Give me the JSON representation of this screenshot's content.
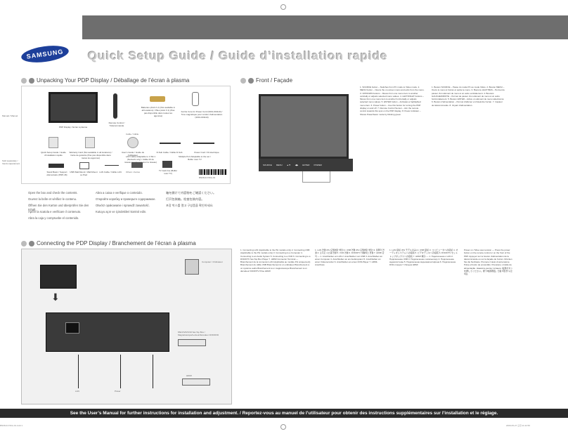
{
  "header": {
    "brand": "SAMSUNG",
    "title": "Quick Setup Guide / Guide d’installation rapide"
  },
  "sections": {
    "unpacking": "Unpacking Your PDP Display / Déballage de l’écran à plasma",
    "front": "Front / Façade",
    "connecting": "Connecting the PDP Display / Branchement de l’écran à plasma"
  },
  "unpacking": {
    "items": [
      "PDP Display / Ecran à plasma",
      "Remote Control / Télécommande",
      "Batteries (AAA X 2) (Not available in all locations) / Piles (AAA X 2) (Pas pas disponible dans toutes les agences)",
      "Ferrite Core for Power Cord (3301-001110) / Tore magnétique pour cordon d’alimentation (3301-001110)",
      "Quick Setup Guide / Guide d’installation rapide",
      "Warranty Card (Not available in all locations) / Carte de garantie (Pas pas disponible dans toutes les agences)",
      "User’s Guide / Guide de l’utilisateur",
      "D-Sub Cable / Câble D-Sub",
      "Power Cord / Fil électrique",
      "Stand Basic / Support élémentaire (PDP-46)",
      "USB Wall-Mount / Wall Mount ou Pied",
      "LAN Cable / Câble LAN",
      "LAN Cable Adaptable to 1 Wk 1 (Network only) / Câble Fil du réseau (seulement pour le réseau)",
      "TV Jack line (Buffer rotor TV)",
      "Multiple Port Adaptable to the set / Buffer rotor TV"
    ],
    "manual_label": "Manual / Manuel",
    "cable_label": "Cable / Câble",
    "sold_separately": "Sold separately / Vendu séparément",
    "others_label": "Others / Autres",
    "barcode": "BN68-01726A-01",
    "languages": [
      "Open the box and check the contents.",
      "Ouvrez la boîte et vérifiez le contenu.",
      "Öffnen Sie den Karton und überprüfen Sie den Inhalt.",
      "Aprire la scatola e verificare il contenuto.",
      "Abra la caja y compruebe el contenido.",
      "Abra a caixa e verifique o conteúdo.",
      "Откройте коробку и проверьте содержимое.",
      "Otwórz opakowanie i sprawdź zawartość.",
      "Kutuyu açın ve içindekileri kontrol edin.",
      "箱を開けて内容物をご確認ください。",
      "打开包装箱，检查包装内容。",
      "포장 박스를 열고 구성품을 확인하세요."
    ]
  },
  "front": {
    "buttons": [
      "SOURCE",
      "MENU",
      "▲▼",
      "◀▶",
      "ENTER",
      "POWER"
    ],
    "steps_en_fr": "1. SOURCE button – Switches from PC mode to Video mode. 2. MENU button – Opens the on-screen menu and exits from the menu. 3. UP/DOWN buttons – Moves from one menu item to another vertically or adjusts selected menu values. 4. LEFT/RIGHT buttons – Moves from one menu item to another horizontally or adjusts selected menu values. 5. ENTER button – Activates a highlighted menu item. 6. Power button – Use this button for turning the PDP display on and off. 7. Remote Control Sensor – Aim the remote control towards this spot on the PDP display. 8. Power indicator – Shows PowerSaver mode by blinking green.",
    "steps_other": "1. Bouton SOURCE – Passe du mode PC au mode Vidéo. 2. Bouton MENU – Ouvre le menu à l’écran et quitte le menu. 3. Boutons HAUT/BAS – Permet de passer d’un élément de menu à un autre verticalement. 4. Boutons GAUCHE/DROITE – Permet de passer d’un élément de menu à un autre horizontalement. 5. Bouton ENTER – Active un élément de menu sélectionné. 6. Bouton d’alimentation – Permet d’allumer et d’éteindre l’écran. 7. Capteur de télécommande. 8. Voyant d’alimentation."
  },
  "connecting": {
    "labels": [
      "Computer / Ordinateur",
      "MW-DVD/VCR Set-Top Box / Magnétoscope/Lecteur/décodeur DVD/DVD",
      "LAN",
      "Power",
      "HDMI"
    ],
    "col1": "1. Connecting LAN (Applicable to the PH models only) 2. Connecting USB (Applicable to the PH models only) 3. Connecting to a Computer 4. Connecting to an Audio System 5. Connecting to a VCR 6. Connecting to a DVD/DTV Set-Top Box Player 7. HDMI Connector Terminal — Branchement de la connexion LAN (Applicable au modèle PH uniquement) Branchement du câble USB Branchement à un ordinateur Branchement à un système audio Branchement à un magnétoscope Branchement à un décodeur DVD/DTV Prise HDMI",
    "col2": "1. LAN 연결 (PH 모델에만 해당) 2. USB 연결 (PH 모델에만 해당) 3. 컴퓨터 연결 4. 오디오 시스템 연결 5. VCR 연결 6. DVD/DTV 셋톱박스 연결 7. HDMI 단자 — 1. Anschließen an LAN 2. Anschließen von USB 3. Anschließen an einen Computer 4. Anschließen an ein Audiosystem 5. Anschließen an einen Videorecorder 6. Anschließen an einen DVD-Player 7. HDMI-Anschluss",
    "col3": "1. LAN 接続 (PH モデルのみ) 2. USB 接続 3. コンピュータへの接続 4. オーディオシステムへの接続 5. ビデオデッキへの接続 6. DVD/DTV セットトップボックスへの接続 7. HDMI 端子 — 1. Подключение к LAN 2. Подключение USB 3. Подключение к компьютеру 4. Подключение аудиосистемы 5. Подключение видеомагнитофона 6. Подключение DVD-плеера 7. Разъем HDMI",
    "col4": "Power on / Mise sous tension — Press the power button on the remote control or on the front of the PDP. Appuyez sur le bouton d’alimentation de la télécommande ou sur la façade de l’écran. Drücken Sie die Netztaste. Premere il tasto di accensione. Pulse el botón de encendido. Pressione o botão de alimentação. Нажмите кнопку питания. 電源ボタンを押してください。按下电源按钮。전원 버튼을 누르세요."
  },
  "footer": {
    "text": "See the User’s Manual for further instructions for installation and adjustment. / Reportez-vous au manuel de l’utilisateur pour obtenir des instructions supplémentaires sur l’installation et le réglage."
  },
  "print_marks": {
    "left": "BN68-01726A-01.indd 1",
    "right": "2009-05-27   오전 11:22:56"
  }
}
